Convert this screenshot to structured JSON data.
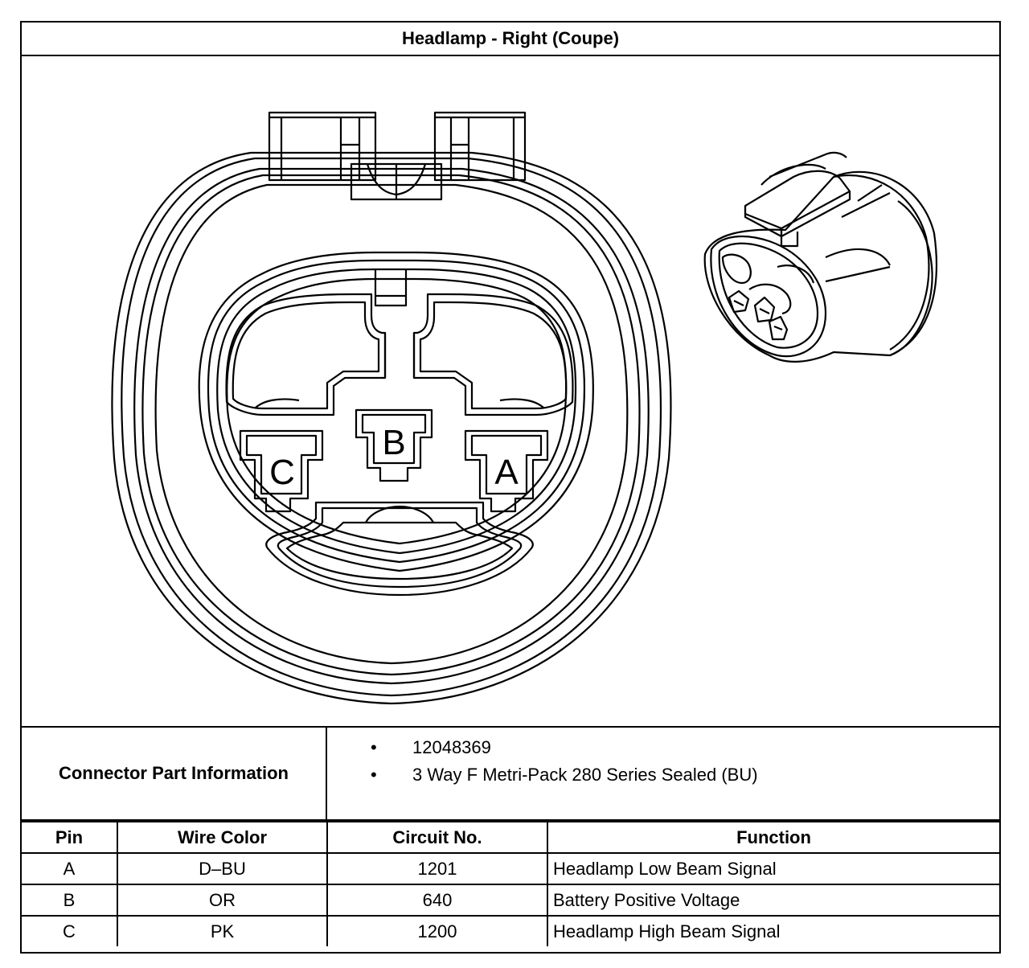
{
  "title": "Headlamp - Right (Coupe)",
  "connector": {
    "pin_labels": [
      "C",
      "B",
      "A"
    ]
  },
  "part_info": {
    "label": "Connector Part Information",
    "items": [
      "12048369",
      "3 Way F Metri-Pack 280 Series Sealed (BU)"
    ]
  },
  "pin_table": {
    "headers": [
      "Pin",
      "Wire Color",
      "Circuit No.",
      "Function"
    ],
    "rows": [
      [
        "A",
        "D–BU",
        "1201",
        "Headlamp Low Beam Signal"
      ],
      [
        "B",
        "OR",
        "640",
        "Battery Positive Voltage"
      ],
      [
        "C",
        "PK",
        "1200",
        "Headlamp High Beam Signal"
      ]
    ]
  }
}
